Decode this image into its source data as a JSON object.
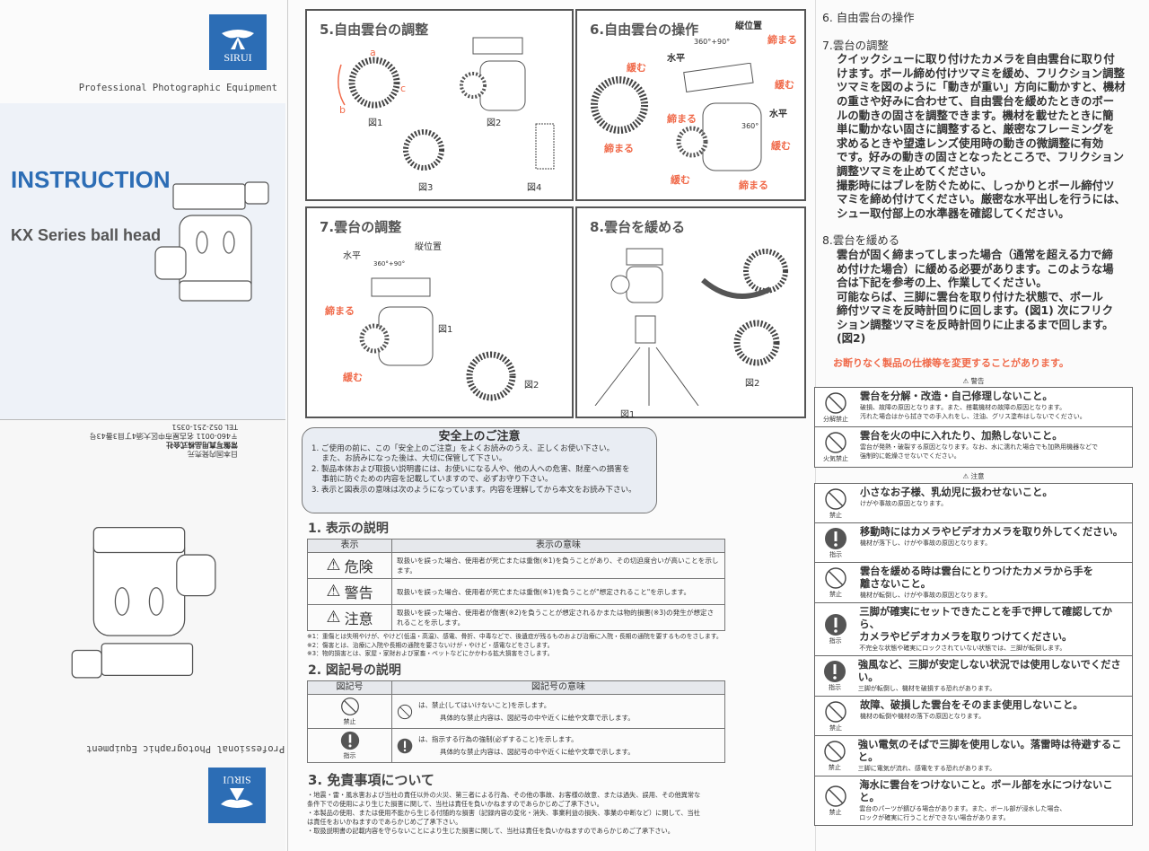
{
  "cover": {
    "brand": "SIRUI",
    "tagline": "Professional Photographic Equipment",
    "title": "INSTRUCTION",
    "subtitle": "KX Series ball head",
    "back_address": [
      "日本国内発売元",
      "常盤写真用品株式会社",
      "〒460-0011 名古屋市中区大須4丁目3番43号",
      "TEL 052-251-0351"
    ],
    "back_tagline": "Professional Photographic Equipment",
    "back_brand": "SIRUI"
  },
  "panels": {
    "p5": {
      "title": "5.自由雲台の調整",
      "fig1": "図1",
      "fig2": "図2",
      "fig3": "図3",
      "fig4": "図4",
      "a": "a",
      "b": "b",
      "c": "c"
    },
    "p6": {
      "title": "6.自由雲台の操作",
      "vertical": "縦位置",
      "horizontal": "水平",
      "angle1": "360°+90°",
      "angle2": "360°",
      "tighten": "締まる",
      "loosen": "緩む"
    },
    "p7": {
      "title": "7.雲台の調整",
      "horizontal": "水平",
      "vertical": "縦位置",
      "angle": "360°+90°",
      "tighten": "締まる",
      "loosen": "緩む",
      "fig1": "図1",
      "fig2": "図2"
    },
    "p8": {
      "title": "8.雲台を緩める",
      "fig1": "図1",
      "fig2": "図2"
    }
  },
  "safety": {
    "title": "安全上のご注意",
    "items": [
      "1. ご使用の前に、この「安全上のご注意」をよくお読みのうえ、正しくお使い下さい。",
      "　 また、お読みになった後は、大切に保管して下さい。",
      "2. 製品本体および取扱い説明書には、お使いになる人や、他の人への危害、財産への損害を",
      "　 事前に防ぐための内容を記載していますので、必ずお守り下さい。",
      "3. 表示と図表示の意味は次のようになっています。内容を理解してから本文をお読み下さい。"
    ]
  },
  "section1": {
    "title": "1. 表示の説明",
    "col1": "表示",
    "col2": "表示の意味",
    "rows": [
      {
        "label": "危険",
        "text": "取扱いを誤った場合、使用者が死亡または重傷(※1)を負うことがあり、その切迫度合いが高いことを示します。"
      },
      {
        "label": "警告",
        "text": "取扱いを誤った場合、使用者が死亡または重傷(※1)を負うことが\"想定されること\"を示します。"
      },
      {
        "label": "注意",
        "text": "取扱いを誤った場合、使用者が傷害(※2)を負うことが想定されるかまたは物的損害(※3)の発生が想定されることを示します。"
      }
    ],
    "notes": [
      "※1：重傷とは失明やけが、やけど(低温・高温)、感電、骨折、中毒などで、後遺症が残るものおよび治療に入院・長期の通院を要するものをさします。",
      "※2：傷害とは、治療に入院や長期の通院を要さないけが・やけど・感電などをさします。",
      "※3：物的損害とは、家屋・家財および家畜・ペットなどにかかわる拡大損害をさします。"
    ]
  },
  "section2": {
    "title": "2. 図記号の説明",
    "col1": "図記号",
    "col2": "図記号の意味",
    "rows": [
      {
        "icon": "禁止",
        "line1": "は、禁止(してはいけないこと)を示します。",
        "line2": "具体的な禁止内容は、図記号の中や近くに絵や文章で示します。"
      },
      {
        "icon": "指示",
        "line1": "は、指示する行為の強制(必ずすること)を示します。",
        "line2": "具体的な禁止内容は、図記号の中や近くに絵や文章で示します。"
      }
    ]
  },
  "section3": {
    "title": "3. 免責事項について",
    "lines": [
      "・地震・雷・風水害および当社の責任以外の火災、第三者による行為、その他の事故、お客様の故意、または過失、誤用、その他異常な",
      "条件下での使用により生じた損害に関して、当社は責任を負いかねますのであらかじめご了承下さい。",
      "・本製品の使用、または使用不能から生じる付随的な損害（記録内容の変化・消失、事業利益の損失、事業の中断など）に関して、当社",
      "は責任をおいかねますのであらかじめご了承下さい。",
      "・取扱説明書の記載内容を守らないことにより生じた損害に関して、当社は責任を負いかねますのであらかじめご了承下さい。"
    ]
  },
  "right": {
    "h6": "6. 自由雲台の操作",
    "h7": "7.雲台の調整",
    "p7": [
      "クイックシューに取り付けたカメラを自由雲台に取り付",
      "けます。ボール締め付けツマミを緩め、フリクション調整",
      "ツマミを図のように「動きが重い」方向に動かすと、機材",
      "の重さや好みに合わせて、自由雲台を緩めたときのボー",
      "ルの動きの固さを調整できます。機材を載せたときに簡",
      "単に動かない固さに調整すると、厳密なフレーミングを",
      "求めるときや望遠レンズ使用時の動きの微調整に有効",
      "です。好みの動きの固さとなったところで、フリクション",
      "調整ツマミを止めてください。",
      "撮影時にはブレを防ぐために、しっかりとボール締付ツ",
      "マミを締め付けてください。厳密な水平出しを行うには、",
      "シュー取付部上の水準器を確認してください。"
    ],
    "h8": "8.雲台を緩める",
    "p8": [
      "雲台が固く締まってしまった場合（通常を超える力で締",
      "め付けた場合）に緩める必要があります。このような場",
      "合は下記を参考の上、作業してください。",
      "可能ならば、三脚に雲台を取り付けた状態で、ボール",
      "締付ツマミを反時計回りに回します。(図1) 次にフリク",
      "ション調整ツマミを反時計回りに止まるまで回します。",
      "(図2)"
    ],
    "notice": "お断りなく製品の仕様等を変更することがあります。",
    "warning_caption": "警告",
    "warnings": [
      {
        "icon": "分解禁止",
        "head": [
          "雲台を分解・改造・自己修理しないこと。"
        ],
        "sub": [
          "破損、故障の原因となります。また、搭載機材の故障の原因となります。",
          "汚れた場合はから拭きでの手入れをし、注油、グリス塗布はしないでください。"
        ]
      },
      {
        "icon": "火気禁止",
        "head": [
          "雲台を火の中に入れたり、加熱しないこと。"
        ],
        "sub": [
          "雲台が発熱・破裂する原因となります。なお、水に濡れた場合でも加熱用機器などで",
          "強制的に乾燥させないでください。"
        ]
      }
    ],
    "caution_caption": "注意",
    "cautions": [
      {
        "icon": "禁止",
        "type": "prohibit",
        "head": [
          "小さなお子様、乳幼児に扱わせないこと。"
        ],
        "sub": [
          "けがや事故の原因となります。"
        ]
      },
      {
        "icon": "指示",
        "type": "instruct",
        "head": [
          "移動時にはカメラやビデオカメラを取り外してください。"
        ],
        "sub": [
          "機材が落下し、けがや事故の原因となります。"
        ]
      },
      {
        "icon": "禁止",
        "type": "prohibit",
        "head": [
          "雲台を緩める時は雲台にとりつけたカメラから手を",
          "離さないこと。"
        ],
        "sub": [
          "機材が転倒し、けがや事故の原因となります。"
        ]
      },
      {
        "icon": "指示",
        "type": "instruct",
        "head": [
          "三脚が確実にセットできたことを手で押して確認してから、",
          "カメラやビデオカメラを取りつけてください。"
        ],
        "sub": [
          "不完全な状態や確実にロックされていない状態では、三脚が転倒します。"
        ]
      },
      {
        "icon": "指示",
        "type": "instruct",
        "head": [
          "強風など、三脚が安定しない状況では使用しないでください。"
        ],
        "sub": [
          "三脚が転倒し、機材を破損する恐れがあります。"
        ]
      },
      {
        "icon": "禁止",
        "type": "prohibit",
        "head": [
          "故障、破損した雲台をそのまま使用しないこと。"
        ],
        "sub": [
          "機材の転倒や機材の落下の原因となります。"
        ]
      },
      {
        "icon": "禁止",
        "type": "prohibit",
        "head": [
          "強い電気のそばで三脚を使用しない。落雷時は待避すること。"
        ],
        "sub": [
          "三脚に電気が流れ、感電をする恐れがあります。"
        ]
      },
      {
        "icon": "禁止",
        "type": "prohibit",
        "head": [
          "海水に雲台をつけないこと。ボール部を水につけないこと。"
        ],
        "sub": [
          "雲台のパーツが錆びる場合があります。また、ボール部が浸水した場合、",
          "ロックが確実に行うことができない場合があります。"
        ]
      }
    ]
  },
  "colors": {
    "brand": "#2c6db5",
    "accent": "#f06a4a"
  }
}
